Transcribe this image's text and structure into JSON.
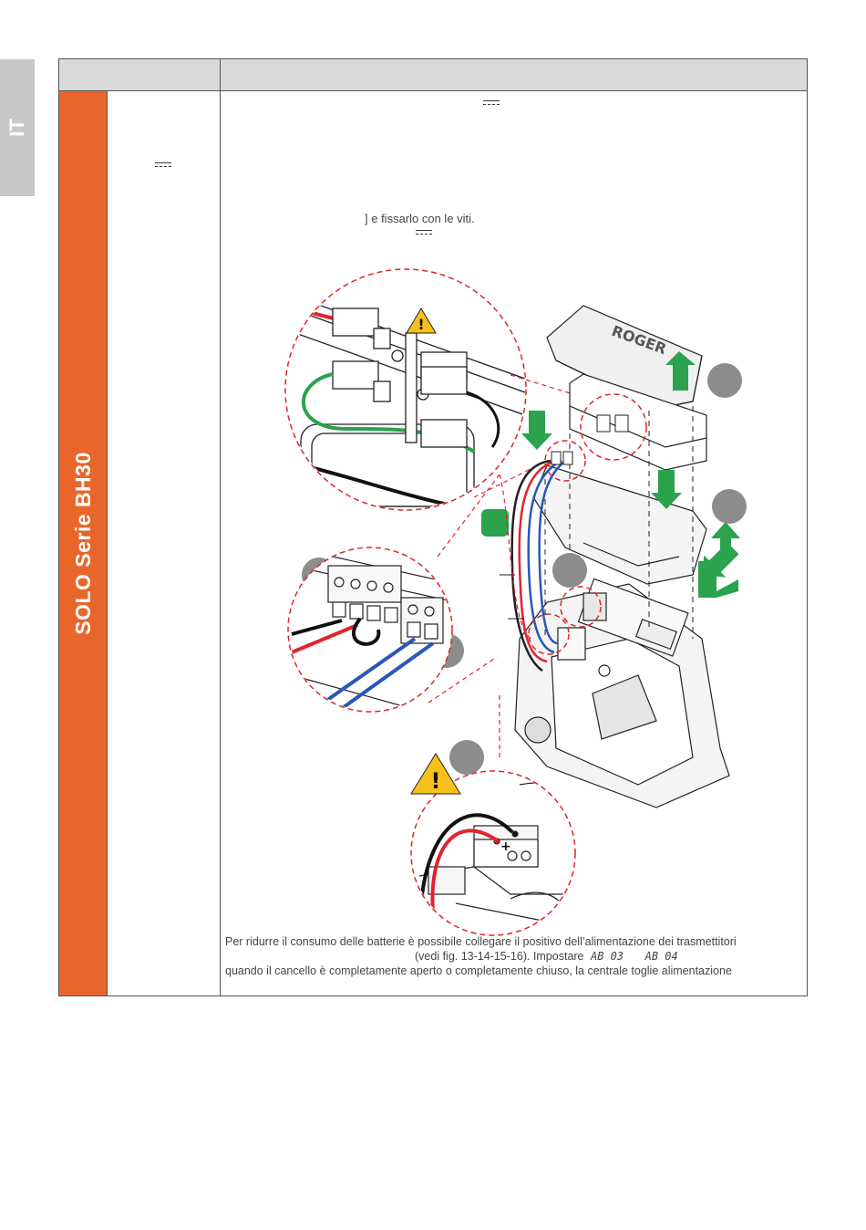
{
  "side_tab": {
    "label": "IT"
  },
  "section": {
    "title": "SOLO Serie BH30"
  },
  "content": {
    "fix_text": "] e fissarlo con le viti.",
    "battery_note": {
      "line1": "Per ridurre il consumo delle batterie è possibile collegare il positivo dell’alimentazione dei trasmettitori",
      "line2_prefix": "(vedi fig. 13-14-15-16). Impostare",
      "code1": "AB 03",
      "code2": "AB 04",
      "line3": "quando il cancello è completamente aperto o completamente chiuso, la centrale toglie alimentazione"
    }
  },
  "colors": {
    "orange": "#e8662a",
    "red_dash": "#e0242e",
    "green": "#2ba24c",
    "warning": "#f7c11b",
    "gray_badge": "#8c8c8c"
  },
  "icons": [
    "warning-icon",
    "arrow-up-icon",
    "arrow-down-icon",
    "dc-symbol-icon"
  ]
}
